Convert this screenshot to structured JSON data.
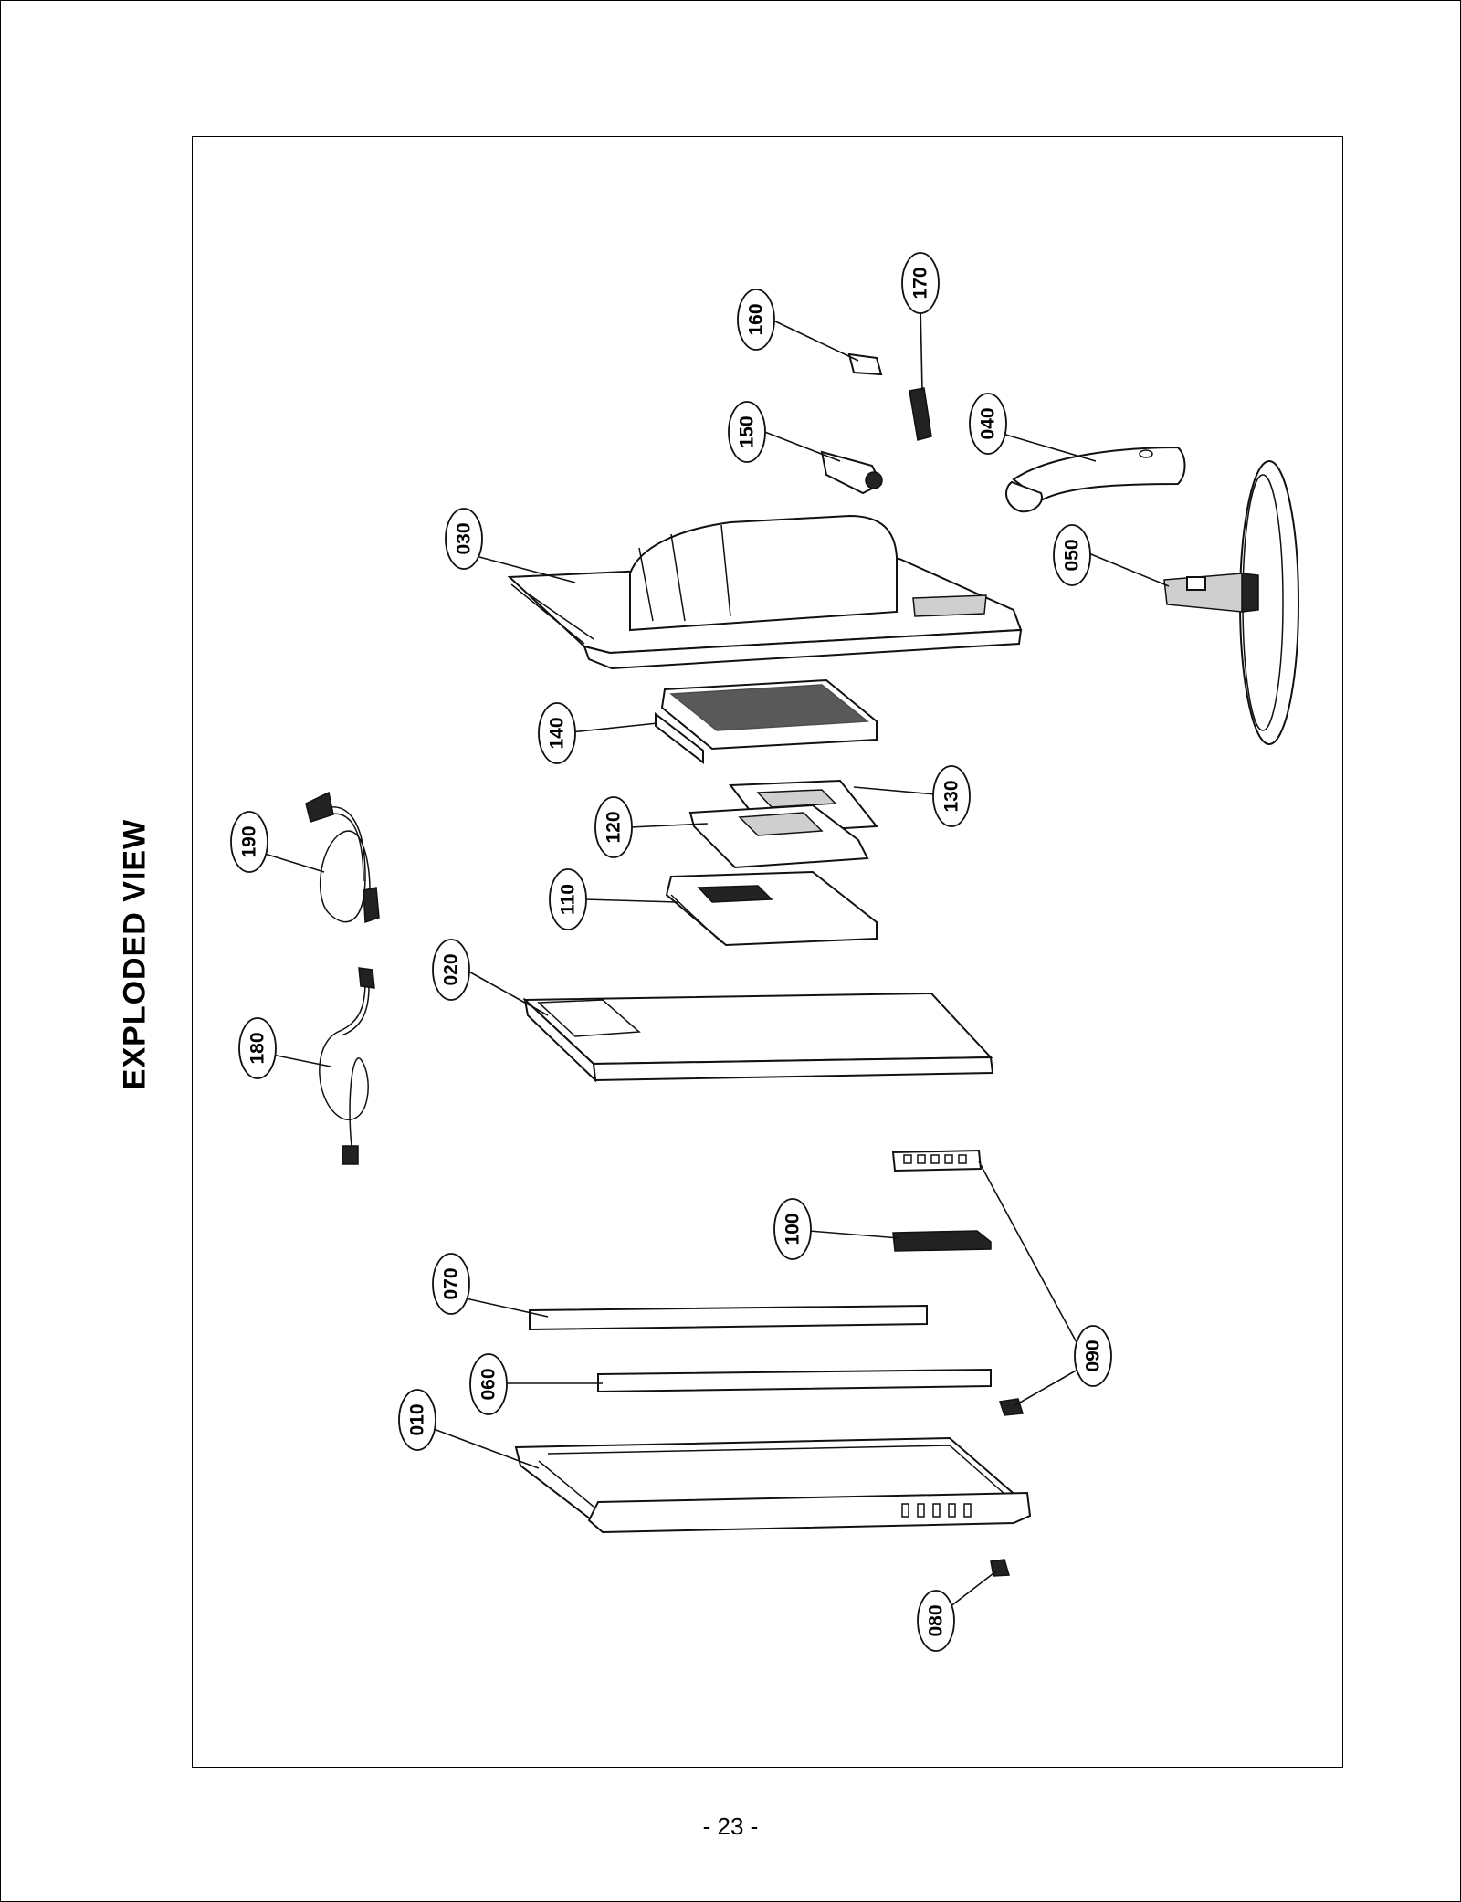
{
  "title": "EXPLODED VIEW",
  "page_number": "- 23 -",
  "callouts": [
    {
      "id": "010",
      "label": "010"
    },
    {
      "id": "020",
      "label": "020"
    },
    {
      "id": "030",
      "label": "030"
    },
    {
      "id": "040",
      "label": "040"
    },
    {
      "id": "050",
      "label": "050"
    },
    {
      "id": "060",
      "label": "060"
    },
    {
      "id": "070",
      "label": "070"
    },
    {
      "id": "080",
      "label": "080"
    },
    {
      "id": "090",
      "label": "090"
    },
    {
      "id": "100",
      "label": "100"
    },
    {
      "id": "110",
      "label": "110"
    },
    {
      "id": "120",
      "label": "120"
    },
    {
      "id": "130",
      "label": "130"
    },
    {
      "id": "140",
      "label": "140"
    },
    {
      "id": "150",
      "label": "150"
    },
    {
      "id": "160",
      "label": "160"
    },
    {
      "id": "170",
      "label": "170"
    },
    {
      "id": "180",
      "label": "180"
    },
    {
      "id": "190",
      "label": "190"
    }
  ]
}
